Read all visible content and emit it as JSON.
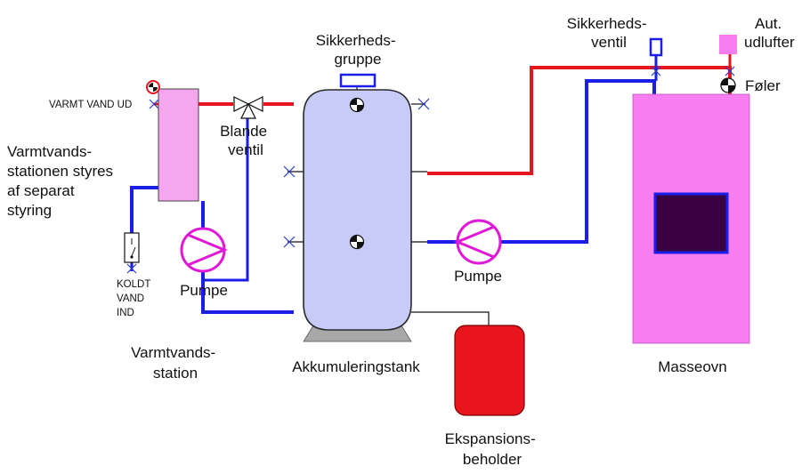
{
  "colors": {
    "hot_pipe": "#e8141e",
    "cold_pipe": "#1a1ee8",
    "thin_pipe": "#111111",
    "tank_fill": "#c8caf8",
    "tank_stroke": "#2a2a2a",
    "tank_base": "#a8a8a8",
    "stove_fill": "#f77df0",
    "stove_window": "#3a0040",
    "pump": "#e018d8",
    "expansion": "#e8141e",
    "exchanger_fill": "#f4a6ee",
    "valve_cross": "#2a3cc8"
  },
  "labels": {
    "safety_group": [
      "Sikkerheds-",
      "gruppe"
    ],
    "safety_valve": [
      "Sikkerheds-",
      "ventil"
    ],
    "auto_vent": [
      "Aut.",
      "udlufter"
    ],
    "sensor": "Føler",
    "hot_water_out": "VARMT VAND UD",
    "mixing_valve": [
      "Blande",
      "ventil"
    ],
    "station_note": [
      "Varmtvands-",
      "stationen styres",
      "af separat",
      "styring"
    ],
    "cold_water_in": [
      "KOLDT",
      "VAND",
      "IND"
    ],
    "pump_left": "Pumpe",
    "pump_right": "Pumpe",
    "hot_water_station": [
      "Varmtvands-",
      "station"
    ],
    "tank": "Akkumuleringstank",
    "stove": "Masseovn",
    "expansion_vessel": [
      "Ekspansions-",
      "beholder"
    ]
  },
  "icons": [
    "sensor-icon",
    "pump-icon",
    "valve-cross-icon",
    "mixing-valve-icon",
    "check-valve-icon"
  ]
}
